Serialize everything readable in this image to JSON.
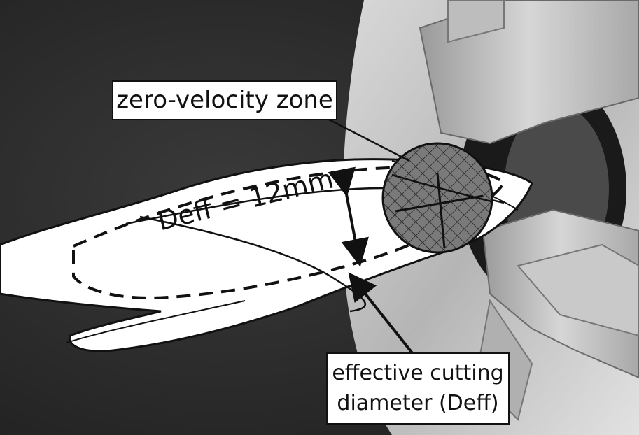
{
  "labels": {
    "zero_velocity_zone": "zero-velocity zone",
    "effective_cutting_line1": "effective cutting",
    "effective_cutting_line2": "diameter (Deff)",
    "deff_value": "Deff = 12mm"
  },
  "colors": {
    "background": "#2b2b2b",
    "chuck_metal": "#c8c8c8",
    "tool_fill": "#ffffff",
    "zone_fill": "#7a7a7a",
    "ink": "#111111"
  },
  "icons": {
    "arrow": "double-headed-arrow",
    "pointer": "arrow-pointer"
  }
}
